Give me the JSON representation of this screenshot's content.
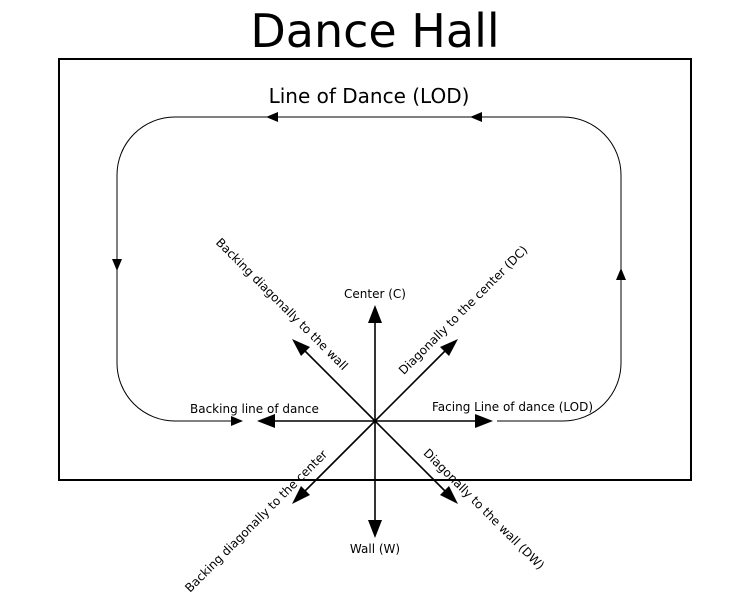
{
  "diagram": {
    "title": "Dance Hall",
    "track_label": "Line of Dance (LOD)",
    "directions": {
      "center": "Center (C)",
      "wall": "Wall (W)",
      "facing_lod": "Facing Line of dance (LOD)",
      "backing_lod": "Backing line of dance",
      "diagonal_center": "Diagonally to the center (DC)",
      "diagonal_wall": "Diagonally to the wall (DW)",
      "backing_diagonal_wall": "Backing diagonally to the wall",
      "backing_diagonal_center": "Backing diagonally to the center"
    }
  }
}
